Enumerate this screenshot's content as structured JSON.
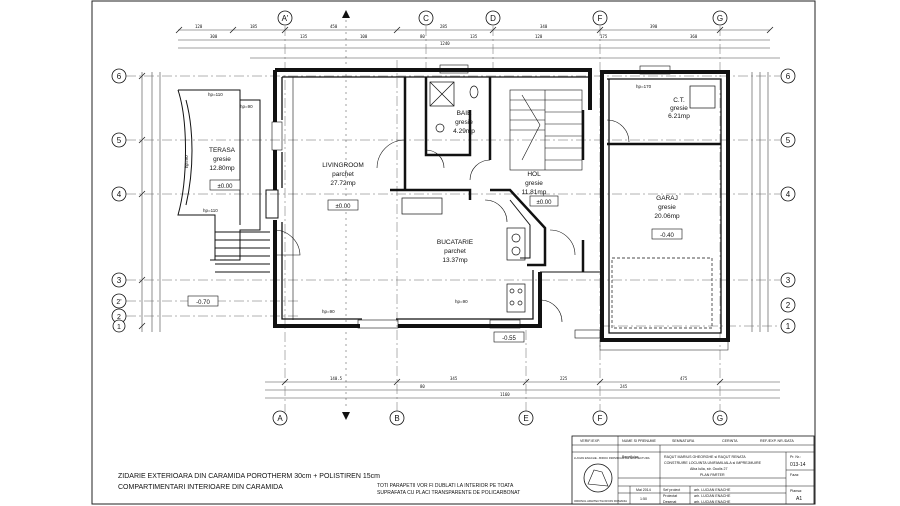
{
  "axes": {
    "top": [
      "A'",
      "C",
      "D",
      "F",
      "G"
    ],
    "bottom": [
      "A",
      "B",
      "E",
      "F",
      "G"
    ],
    "left": [
      "6",
      "5",
      "4",
      "3",
      "2'",
      "2",
      "1"
    ],
    "right": [
      "6",
      "5",
      "4",
      "3",
      "2",
      "1"
    ]
  },
  "rooms": {
    "terasa": {
      "name": "TERASA",
      "finish": "gresie",
      "area": "12.80mp",
      "level": "±0.00"
    },
    "living": {
      "name": "LIVINGROOM",
      "finish": "parchet",
      "area": "27.72mp",
      "level": "±0.00"
    },
    "baie": {
      "name": "BAIE",
      "finish": "gresie",
      "area": "4.29mp"
    },
    "hol": {
      "name": "HOL",
      "finish": "gresie",
      "area": "11.81mp",
      "level": "±0.00"
    },
    "ct": {
      "name": "C.T.",
      "finish": "gresie",
      "area": "6.21mp"
    },
    "bucatarie": {
      "name": "BUCATARIE",
      "finish": "parchet",
      "area": "13.37mp"
    },
    "garaj": {
      "name": "GARAJ",
      "finish": "gresie",
      "area": "20.06mp",
      "level": "-0.40"
    }
  },
  "levels": {
    "terrace_outer": "-0.70",
    "entry": "-0.55"
  },
  "sill_heights": [
    "hp=110",
    "hp=90",
    "hp=90",
    "hp=110",
    "hp=90",
    "hp=90",
    "hp=170"
  ],
  "notes": {
    "walls_line1": "ZIDARIE EXTERIOARA DIN CARAMIDA POROTHERM 30cm + POLISTIREN 15cm",
    "walls_line2": "COMPARTIMENTARI INTERIOARE DIN CARAMIDA",
    "parapets_line1": "TOTI PARAPETII VOR FI DUBLATI LA INTERIOR PE TOATA",
    "parapets_line2": "SUPRAFATA CU PLACI TRANSPARENTE DE POLICARBONAT"
  },
  "title_block": {
    "head_cells": [
      "VERIF./EXP.",
      "NUME SI PRENUME",
      "SEMNATURA",
      "CERINTA",
      "REF./EXP. NR./DATA"
    ],
    "beneficiar_label": "Beneficiar:",
    "beneficiar": "RAQUT MARIUS GHEORGHE si RAQUT RENATA",
    "project_title": "CONSTRUIRE LOCUINTA UNIFAMILIALA si IMPREJMUIRE",
    "address": "Alba Iulia, str. Ocolis 27",
    "sheet_title": "PLAN PARTER",
    "project_no_label": "Pr. Nr.:",
    "project_no": "013-14",
    "date": "Mai 2014",
    "scale": "1:50",
    "roles": [
      "Sef proiect",
      "Proiectat",
      "Desenat"
    ],
    "people": [
      "arh. LUCIAN ENACHE",
      "arh. LUCIAN ENACHE",
      "arh. LUCIAN ENACHE"
    ],
    "faza": "Faza:",
    "plansa_label": "Plansa:",
    "plansa": "A1",
    "firm_line1": "LUCIAN ENACHE - BIROU INDIVIDUAL DE ARHITECTURA",
    "firm_line2": "ORDINUL ARHITECTILOR DIN ROMANIA"
  }
}
